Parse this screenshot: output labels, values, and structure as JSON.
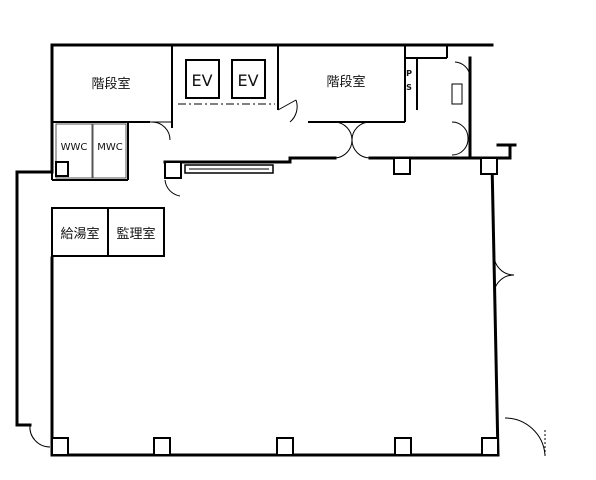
{
  "rooms": {
    "stair_left": "階段室",
    "stair_right": "階段室",
    "ev_1": "EV",
    "ev_2": "EV",
    "wwc": "WWC",
    "mwc": "MWC",
    "kyuto": "給湯室",
    "kanri": "監理室",
    "ps_p": "P",
    "ps_s": "S"
  },
  "colors": {
    "wall": "#000000",
    "thin_line": "#333333",
    "fill": "#ffffff"
  }
}
